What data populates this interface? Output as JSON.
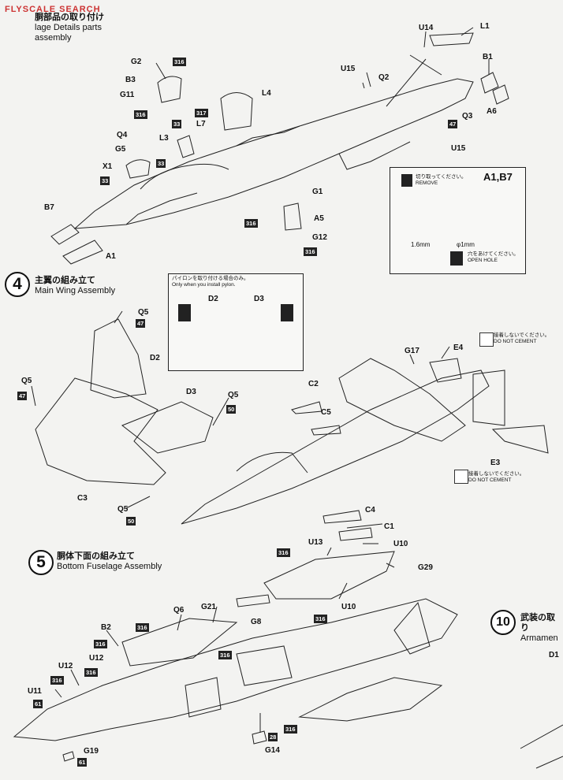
{
  "header": {
    "watermark": "FLYSCALE SEARCH",
    "title_partial": "胴部品の取り付け",
    "title_en_line1": "lage Details parts",
    "title_en_line2": "assembly"
  },
  "step4": {
    "number": "4",
    "title_jp": "主翼の組み立て",
    "title_en": "Main Wing Assembly"
  },
  "step5": {
    "number": "5",
    "title_jp": "胴体下面の組み立て",
    "title_en": "Bottom Fuselage Assembly"
  },
  "step10": {
    "number": "10",
    "title_jp": "武装の取り",
    "title_en": "Armamen"
  },
  "inset_a1b7": {
    "title": "A1,B7",
    "remove_jp": "切り取ってください。",
    "remove_en": "REMOVE",
    "dim": "1.6mm",
    "hole_dim": "φ1mm",
    "open_jp": "穴をあけてください。",
    "open_en": "OPEN HOLE"
  },
  "inset_pylon": {
    "note_jp": "パイロンを取り付ける場合のみ。",
    "note_en": "Only when you install pylon.",
    "d2": "D2",
    "d3": "D3"
  },
  "no_cement": {
    "jp": "接着しないでください。",
    "en": "DO NOT CEMENT"
  },
  "parts": {
    "L1": "L1",
    "U14": "U14",
    "B1": "B1",
    "U15a": "U15",
    "Q2": "Q2",
    "A6": "A6",
    "Q3": "Q3",
    "U15b": "U15",
    "G2": "G2",
    "B3": "B3",
    "G11": "G11",
    "L4": "L4",
    "L7": "L7",
    "L3": "L3",
    "Q4": "Q4",
    "G5": "G5",
    "X1": "X1",
    "G1": "G1",
    "A5": "A5",
    "G12": "G12",
    "B7": "B7",
    "A1": "A1",
    "Q5a": "Q5",
    "D2": "D2",
    "Q5b": "Q5",
    "D3": "D3",
    "Q5c": "Q5",
    "C3": "C3",
    "Q5d": "Q5",
    "G17": "G17",
    "E4": "E4",
    "C2": "C2",
    "C5": "C5",
    "E3": "E3",
    "C4": "C4",
    "C1": "C1",
    "U13": "U13",
    "U10a": "U10",
    "G29": "G29",
    "U10b": "U10",
    "Q6": "Q6",
    "G21": "G21",
    "B2": "B2",
    "G8": "G8",
    "U12a": "U12",
    "U12b": "U12",
    "U11": "U11",
    "G19": "G19",
    "G14": "G14",
    "D1": "D1"
  },
  "badges": {
    "b316": "316",
    "b317": "317",
    "b33": "33",
    "b47": "47",
    "b50": "50",
    "b61": "61",
    "b28": "28"
  }
}
